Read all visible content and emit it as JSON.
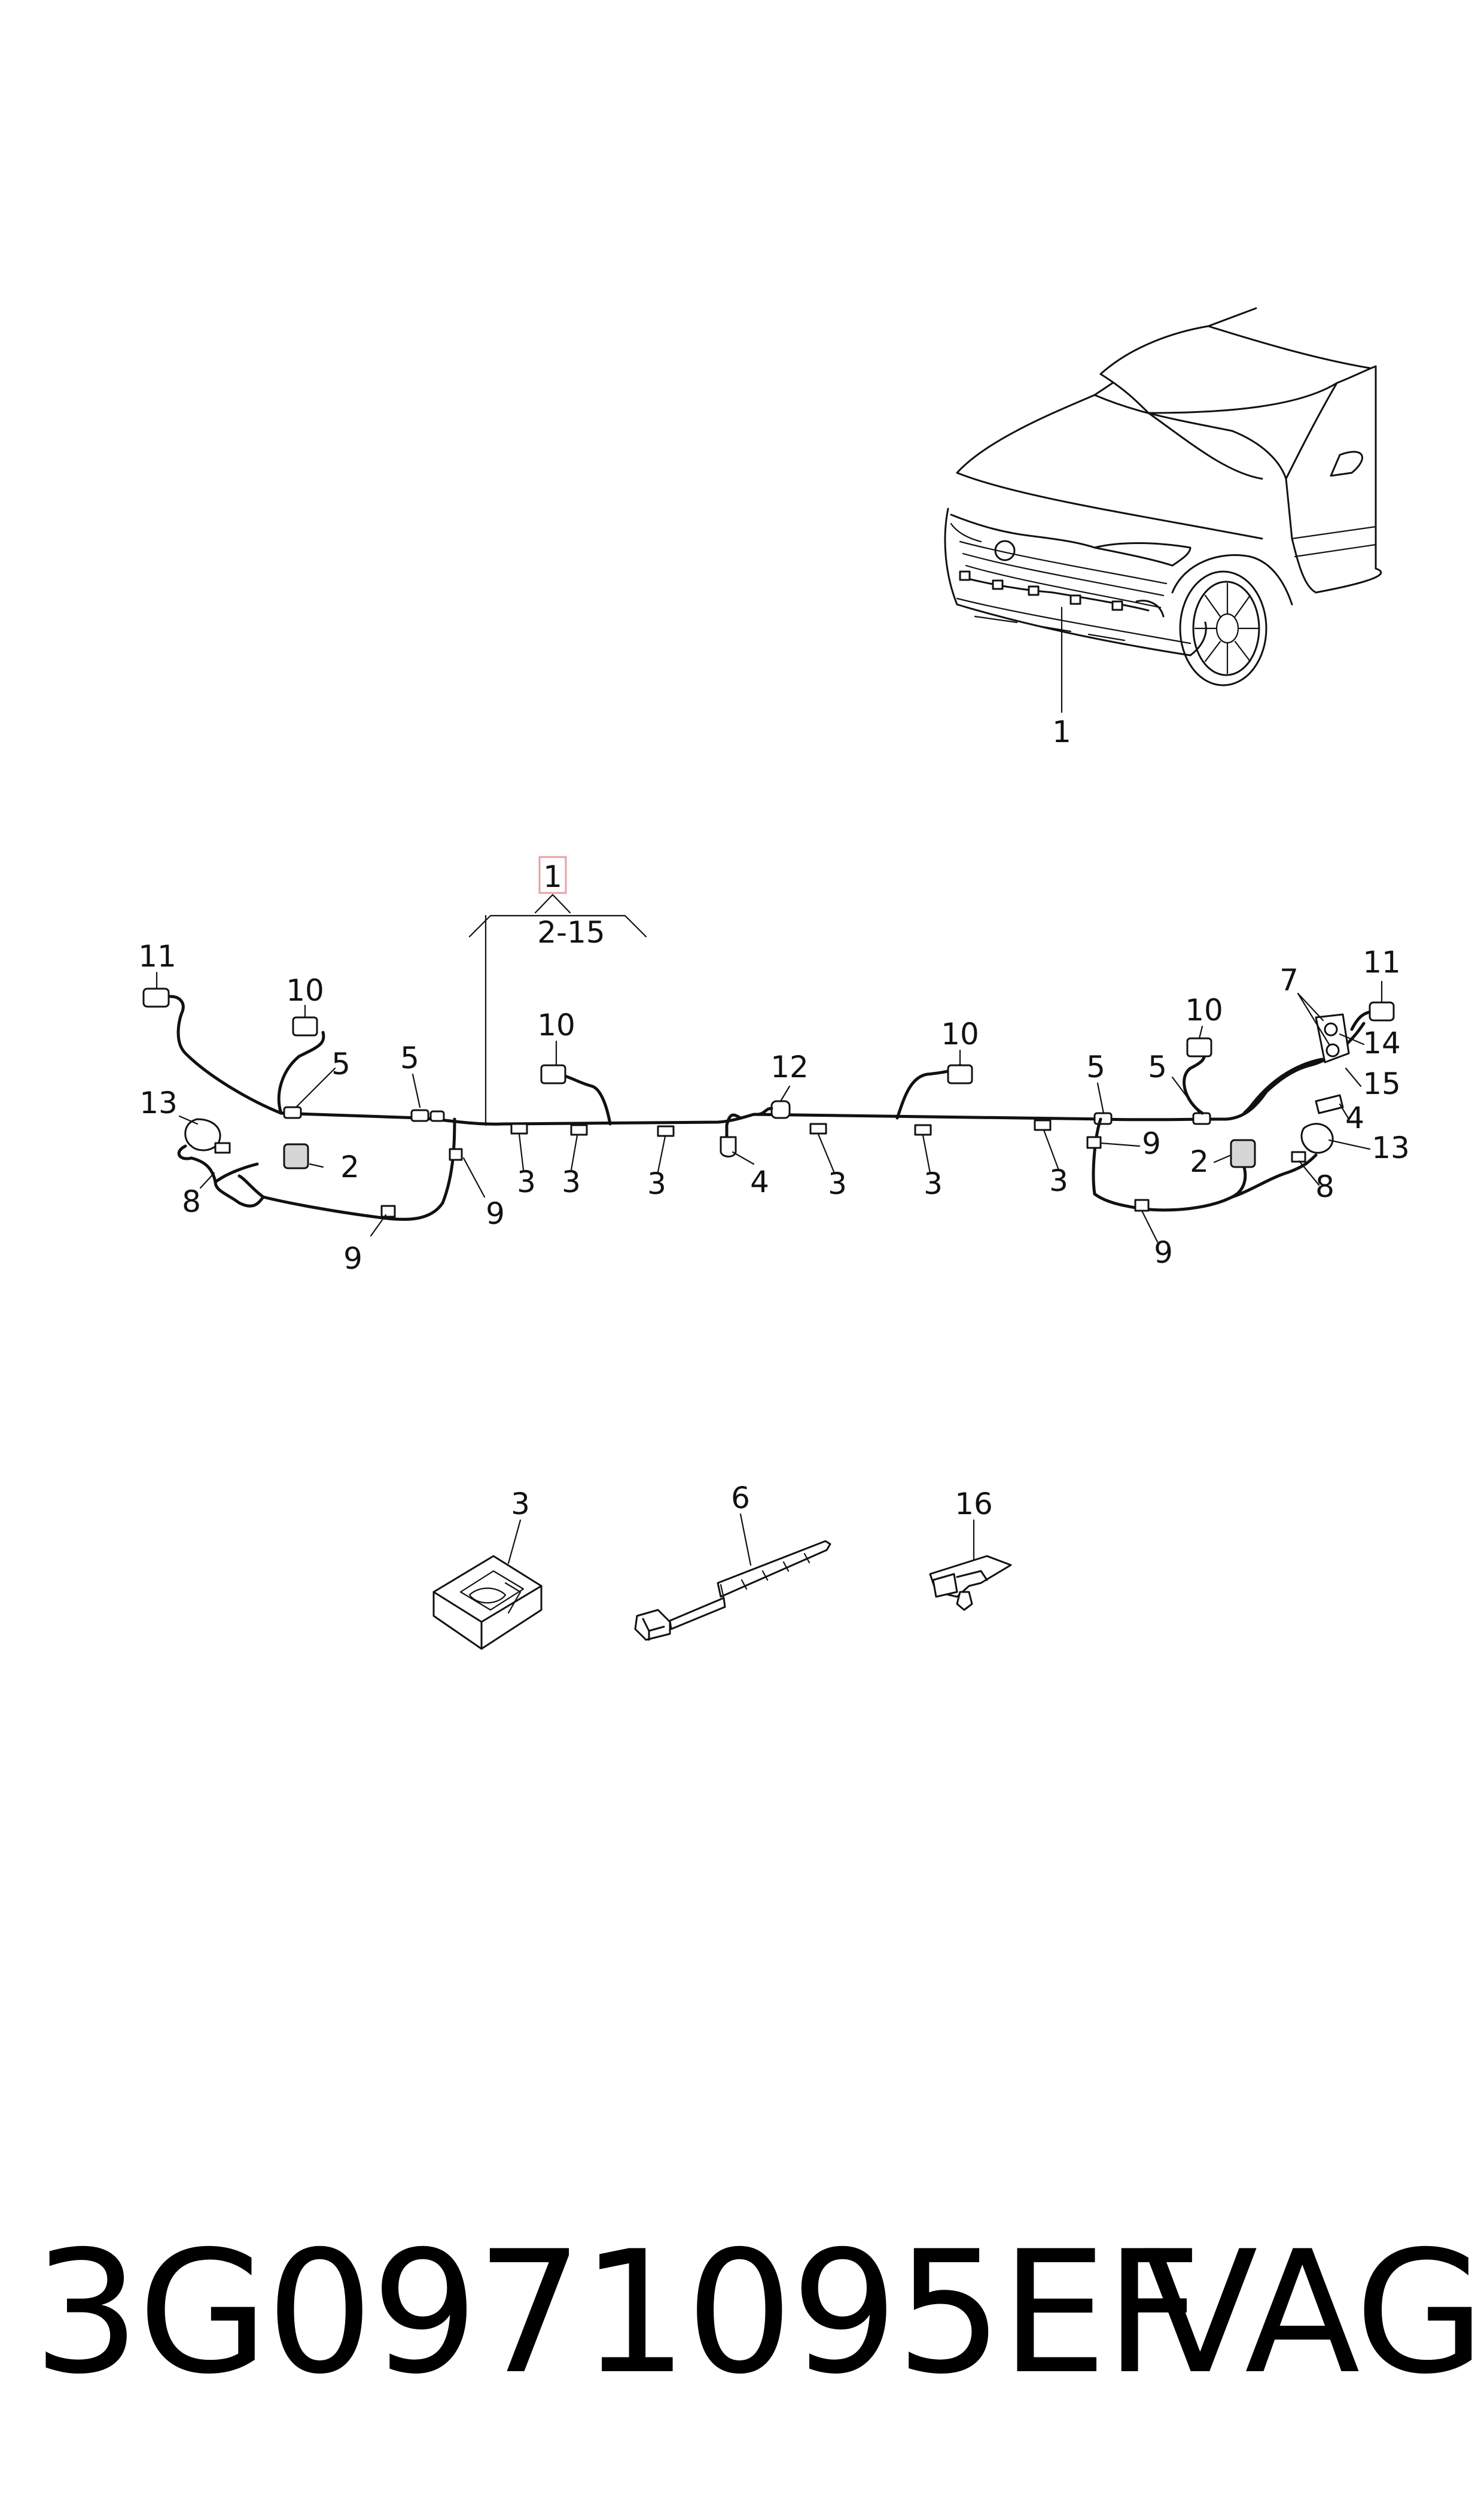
{
  "diagram": {
    "car_callout": "1",
    "group": {
      "id": "1",
      "range": "2-15"
    },
    "harness_callouts": [
      {
        "id": "c-11-l",
        "text": "11"
      },
      {
        "id": "c-10-l",
        "text": "10"
      },
      {
        "id": "c-5-l1",
        "text": "5"
      },
      {
        "id": "c-5-l2",
        "text": "5"
      },
      {
        "id": "c-13-l",
        "text": "13"
      },
      {
        "id": "c-2-l",
        "text": "2"
      },
      {
        "id": "c-8-l",
        "text": "8"
      },
      {
        "id": "c-9-l1",
        "text": "9"
      },
      {
        "id": "c-9-l2",
        "text": "9"
      },
      {
        "id": "c-10-c1",
        "text": "10"
      },
      {
        "id": "c-3-a",
        "text": "3"
      },
      {
        "id": "c-3-b",
        "text": "3"
      },
      {
        "id": "c-3-c",
        "text": "3"
      },
      {
        "id": "c-4-c",
        "text": "4"
      },
      {
        "id": "c-12",
        "text": "12"
      },
      {
        "id": "c-3-d",
        "text": "3"
      },
      {
        "id": "c-3-e",
        "text": "3"
      },
      {
        "id": "c-10-c2",
        "text": "10"
      },
      {
        "id": "c-3-f",
        "text": "3"
      },
      {
        "id": "c-5-r1",
        "text": "5"
      },
      {
        "id": "c-5-r2",
        "text": "5"
      },
      {
        "id": "c-10-r",
        "text": "10"
      },
      {
        "id": "c-7",
        "text": "7"
      },
      {
        "id": "c-11-r",
        "text": "11"
      },
      {
        "id": "c-14",
        "text": "14"
      },
      {
        "id": "c-15",
        "text": "15"
      },
      {
        "id": "c-4-r",
        "text": "4"
      },
      {
        "id": "c-13-r",
        "text": "13"
      },
      {
        "id": "c-9-r1",
        "text": "9"
      },
      {
        "id": "c-2-r",
        "text": "2"
      },
      {
        "id": "c-8-r",
        "text": "8"
      },
      {
        "id": "c-9-r2",
        "text": "9"
      }
    ],
    "detail_callouts": [
      {
        "id": "d-3",
        "text": "3"
      },
      {
        "id": "d-6",
        "text": "6"
      },
      {
        "id": "d-16",
        "text": "16"
      }
    ]
  },
  "footer": {
    "part_number": "3G0971095EF",
    "brand": "VAG"
  },
  "colors": {
    "line": "#111111",
    "group_box": "#e8a0a8",
    "background": "#ffffff"
  }
}
